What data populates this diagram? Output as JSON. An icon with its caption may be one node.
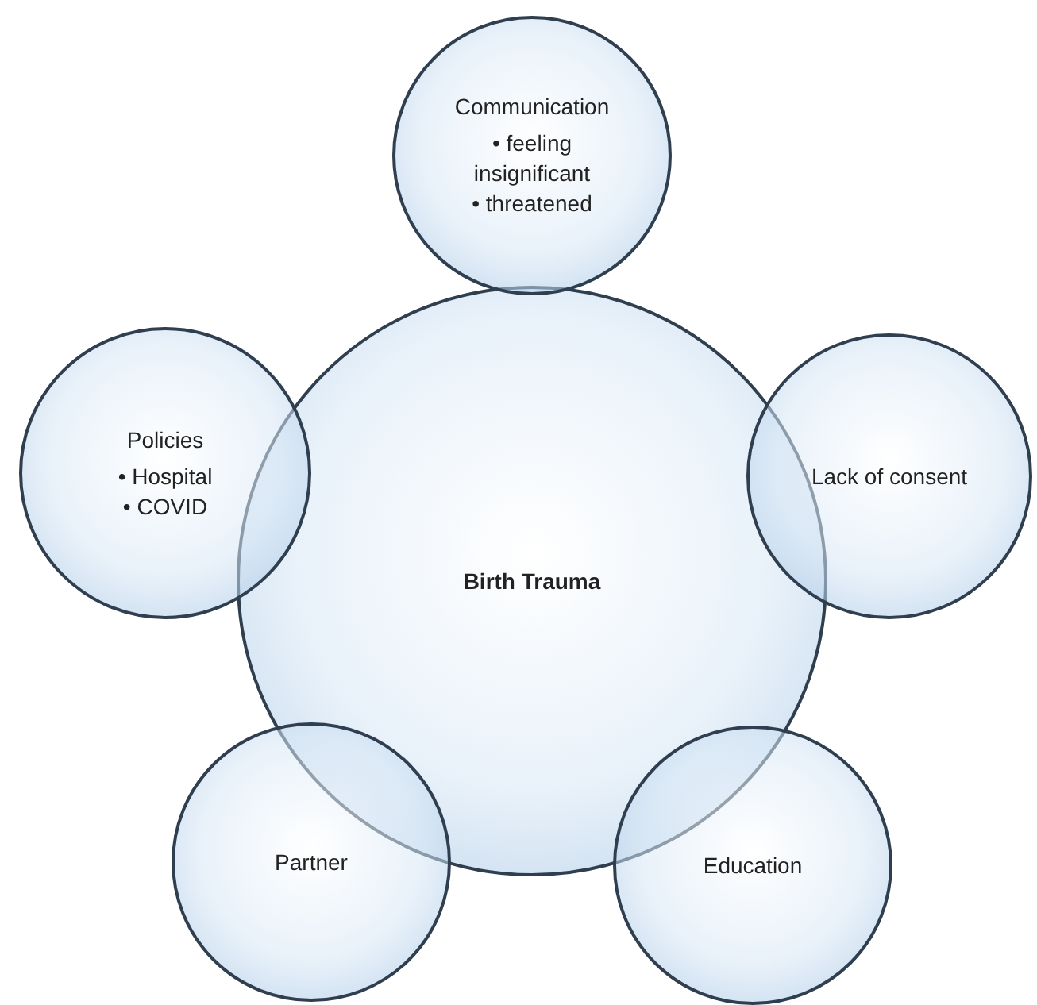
{
  "diagram": {
    "nodes": [
      {
        "text": [
          "Communication",
          "• feeling insignificant",
          "• threatened"
        ]
      },
      {
        "text": [
          "Policies",
          "• Hospital",
          "• COVID"
        ]
      },
      {
        "text": [
          "Lack of consent"
        ]
      },
      {
        "text": [
          "Birth Trauma"
        ]
      },
      {
        "text": [
          "Partner"
        ]
      },
      {
        "text": [
          "Education"
        ]
      }
    ]
  }
}
